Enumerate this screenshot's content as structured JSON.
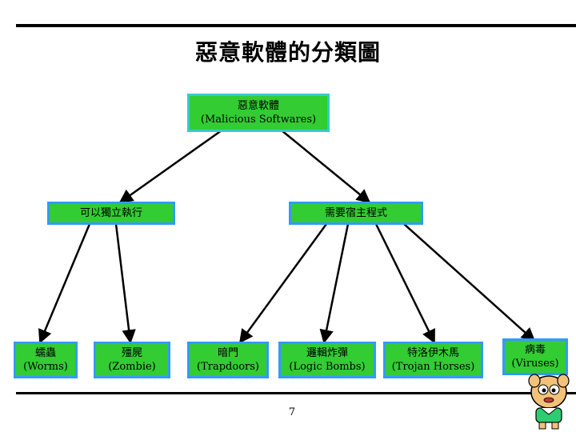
{
  "title": "惡意軟體的分類圖",
  "root": {
    "line1": "惡意軟體",
    "line2": "(Malicious Softwares)"
  },
  "mid": [
    {
      "label": "可以獨立執行"
    },
    {
      "label": "需要宿主程式"
    }
  ],
  "leaves": [
    {
      "line1": "蠕蟲",
      "line2": "(Worms)"
    },
    {
      "line1": "殭屍",
      "line2": "(Zombie)"
    },
    {
      "line1": "暗門",
      "line2": "(Trapdoors)"
    },
    {
      "line1": "邏輯炸彈",
      "line2": "(Logic Bombs)"
    },
    {
      "line1": "特洛伊木馬",
      "line2": "(Trojan Horses)"
    },
    {
      "line1": "病毒",
      "line2": "(Viruses)"
    }
  ],
  "page_number": "7",
  "colors": {
    "box_fill": "#33cc33",
    "root_border": "#33cccc",
    "box_border": "#3399ff"
  }
}
